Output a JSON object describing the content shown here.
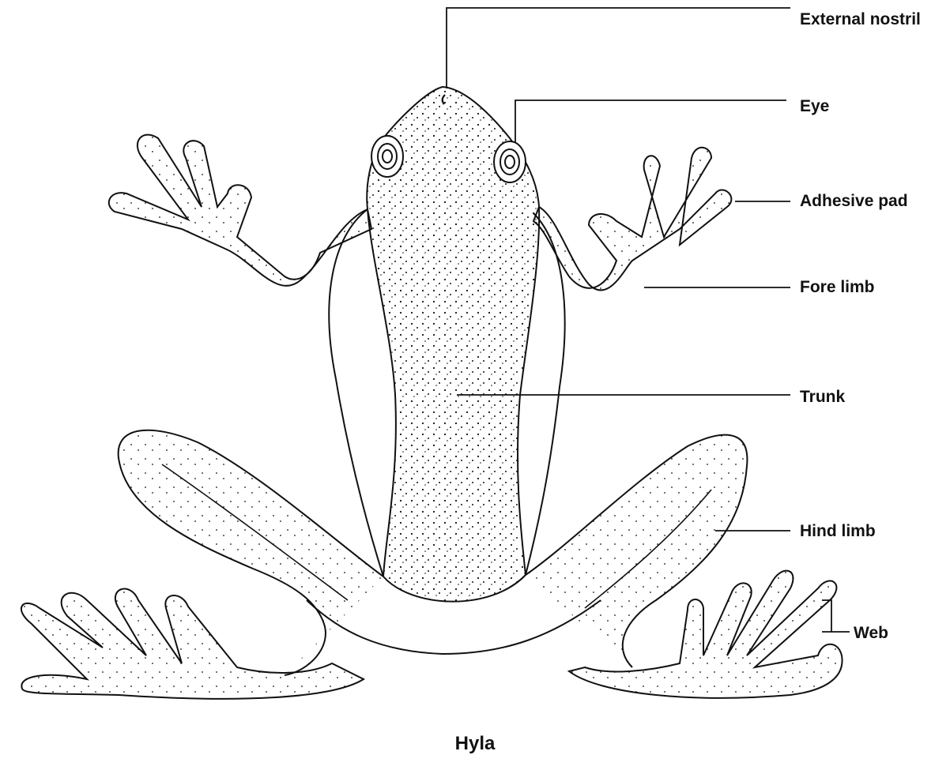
{
  "diagram": {
    "caption": "Hyla",
    "line_color": "#111111",
    "background": "#ffffff",
    "labels": {
      "external_nostril": "External nostril",
      "eye": "Eye",
      "adhesive_pad": "Adhesive pad",
      "fore_limb": "Fore limb",
      "trunk": "Trunk",
      "hind_limb": "Hind limb",
      "web": "Web"
    }
  }
}
